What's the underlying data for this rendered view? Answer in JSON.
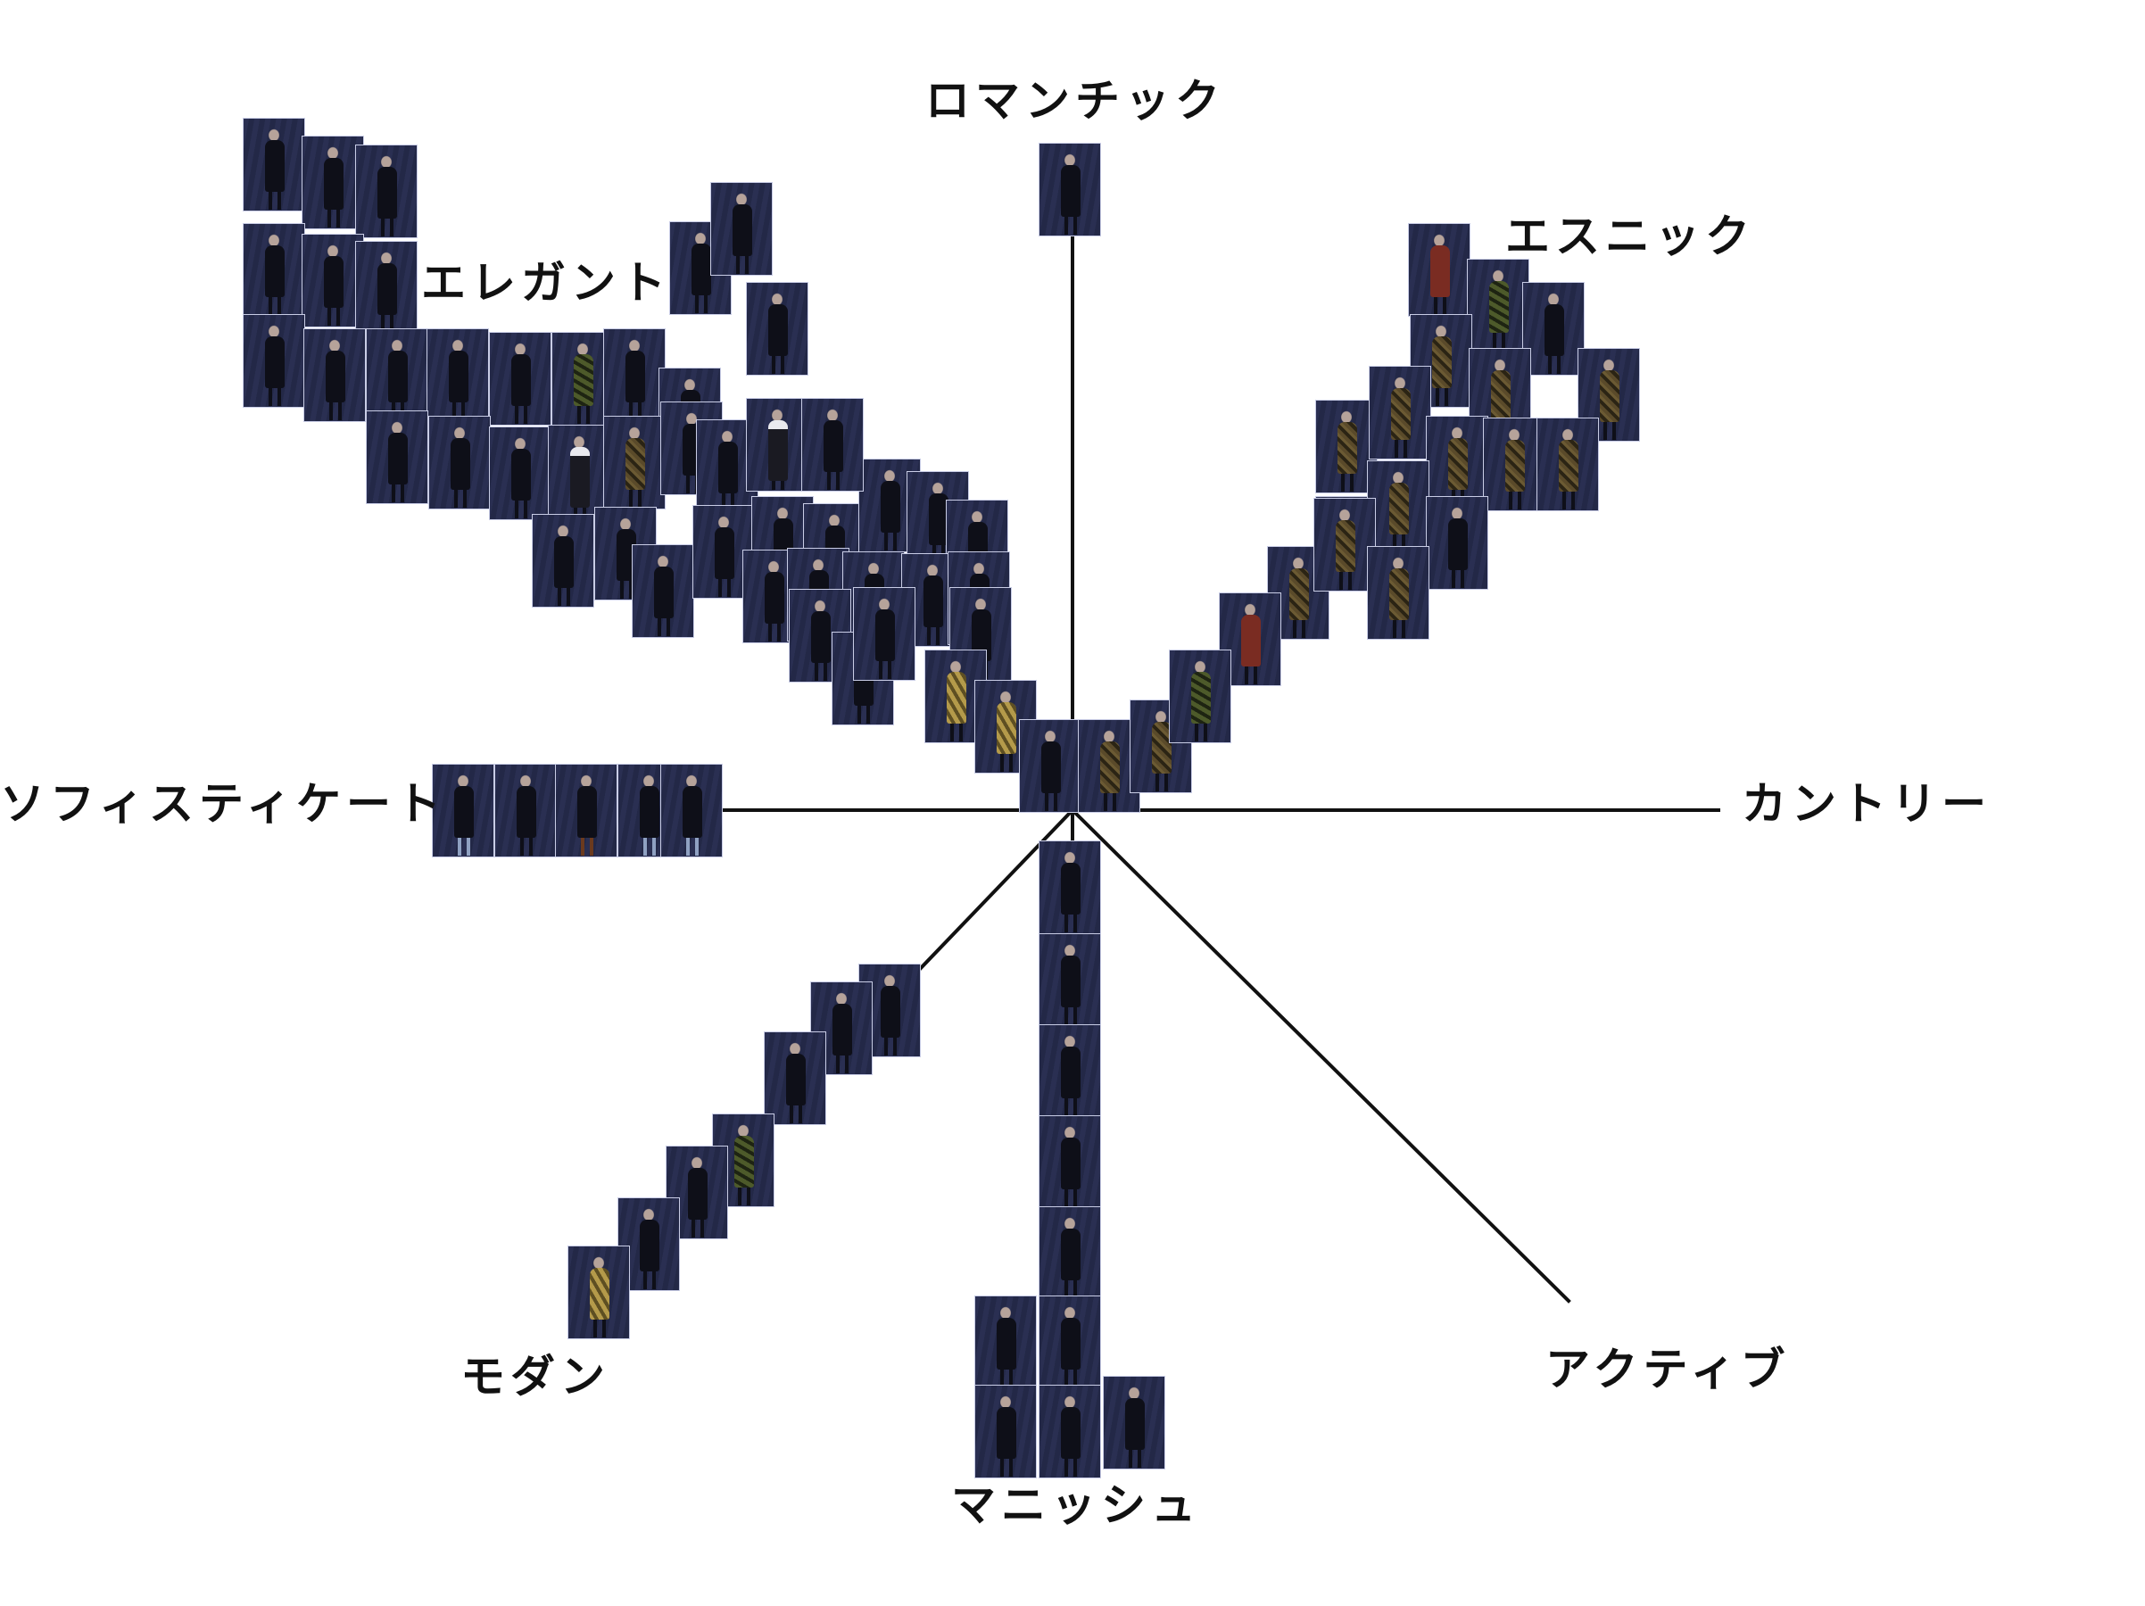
{
  "axes": {
    "romantic": "ロマンチック",
    "elegant": "エレガント",
    "ethnic": "エスニック",
    "sophisticate": "ソフィスティケート",
    "country": "カントリー",
    "modern": "モダン",
    "mannish": "マニッシュ",
    "active": "アクティブ"
  },
  "colors": {
    "line": "#111111",
    "label": "#111111",
    "thumb_bg": "#262b4c",
    "thumb_border": "#c9cde6"
  }
}
